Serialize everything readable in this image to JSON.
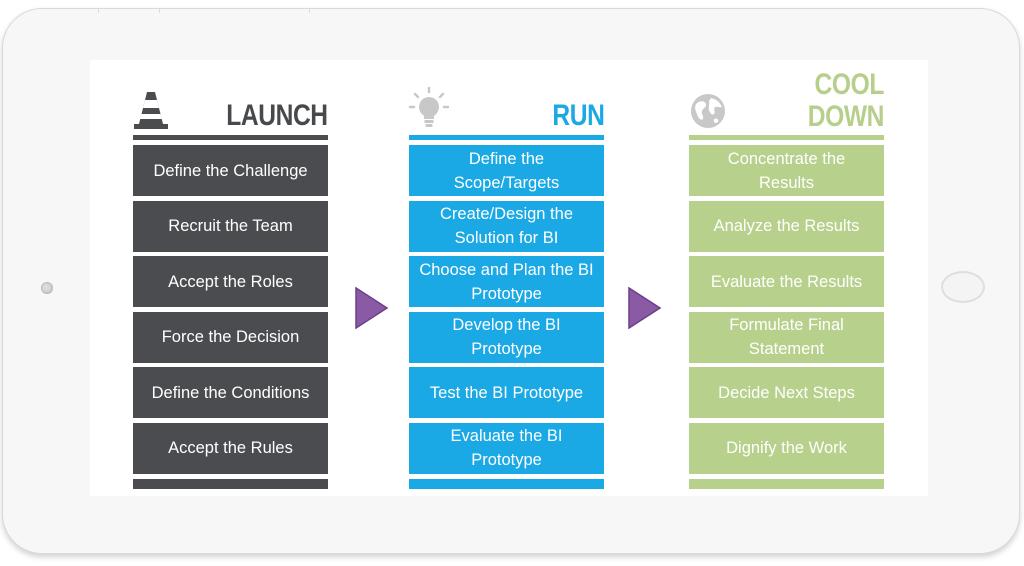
{
  "colors": {
    "launch": "#4a4c4f",
    "run": "#1ba9e6",
    "cool_down": "#b7d08c",
    "arrow": "#8b5aa5"
  },
  "launch": {
    "title": "LAUNCH",
    "icon": "traffic-cone-icon",
    "steps": [
      "Define the Challenge",
      "Recruit the Team",
      "Accept the Roles",
      "Force the Decision",
      "Define the Conditions",
      "Accept the Rules"
    ]
  },
  "run": {
    "title": "RUN",
    "icon": "lightbulb-icon",
    "steps": [
      "Define the Scope/Targets",
      "Create/Design the Solution for BI",
      "Choose and Plan the BI Prototype",
      "Develop the BI Prototype",
      "Test the BI Prototype",
      "Evaluate the BI Prototype"
    ]
  },
  "cool_down": {
    "title_line1": "COOL",
    "title_line2": "DOWN",
    "icon": "globe-icon",
    "steps": [
      "Concentrate the Results",
      "Analyze the Results",
      "Evaluate the Results",
      "Formulate Final Statement",
      "Decide Next Steps",
      "Dignify the Work"
    ]
  }
}
